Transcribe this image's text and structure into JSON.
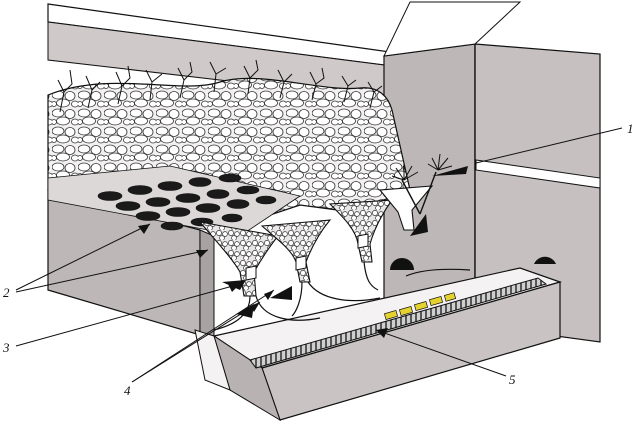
{
  "diagram": {
    "callouts": [
      {
        "id": "1",
        "text": "1"
      },
      {
        "id": "2",
        "text": "2"
      },
      {
        "id": "3",
        "text": "3"
      },
      {
        "id": "4",
        "text": "4"
      },
      {
        "id": "5",
        "text": "5"
      }
    ]
  },
  "colors": {
    "background": "#ffffff",
    "wall_gray": "#bdb7b7",
    "wall_dark": "#a9a2a2",
    "roof_back": "#cfc9c9",
    "rock_fill": "#ececec",
    "floor_light": "#f4f2f2",
    "ink": "#111111",
    "ore_yellow": "#e6d22e"
  }
}
